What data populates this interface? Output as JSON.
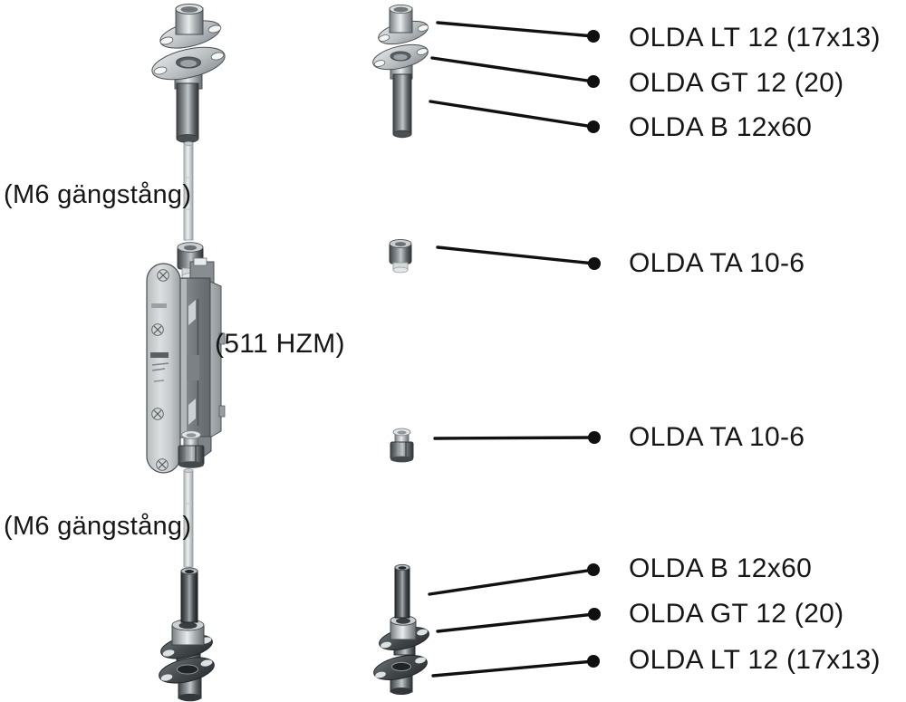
{
  "figure": {
    "type": "exploded-parts-diagram",
    "product_family": "OLDA espagnolette / lock hardware"
  },
  "left_labels": {
    "m6_top": "(M6 gängstång)",
    "lock": "(511 HZM)",
    "m6_bottom": "(M6 gängstång)"
  },
  "part_labels": [
    {
      "label": "OLDA LT 12 (17x13)"
    },
    {
      "label": "OLDA GT 12 (20)"
    },
    {
      "label": "OLDA B 12x60"
    },
    {
      "label": "OLDA TA 10-6"
    },
    {
      "label": "OLDA TA 10-6"
    },
    {
      "label": "OLDA B 12x60"
    },
    {
      "label": "OLDA GT 12 (20)"
    },
    {
      "label": "OLDA LT 12 (17x13)"
    }
  ],
  "colors": {
    "background": "#ffffff",
    "text": "#161616",
    "leader_line": "#101010",
    "metal_light": "#c7cbcd",
    "metal_dark": "#3f4346"
  }
}
